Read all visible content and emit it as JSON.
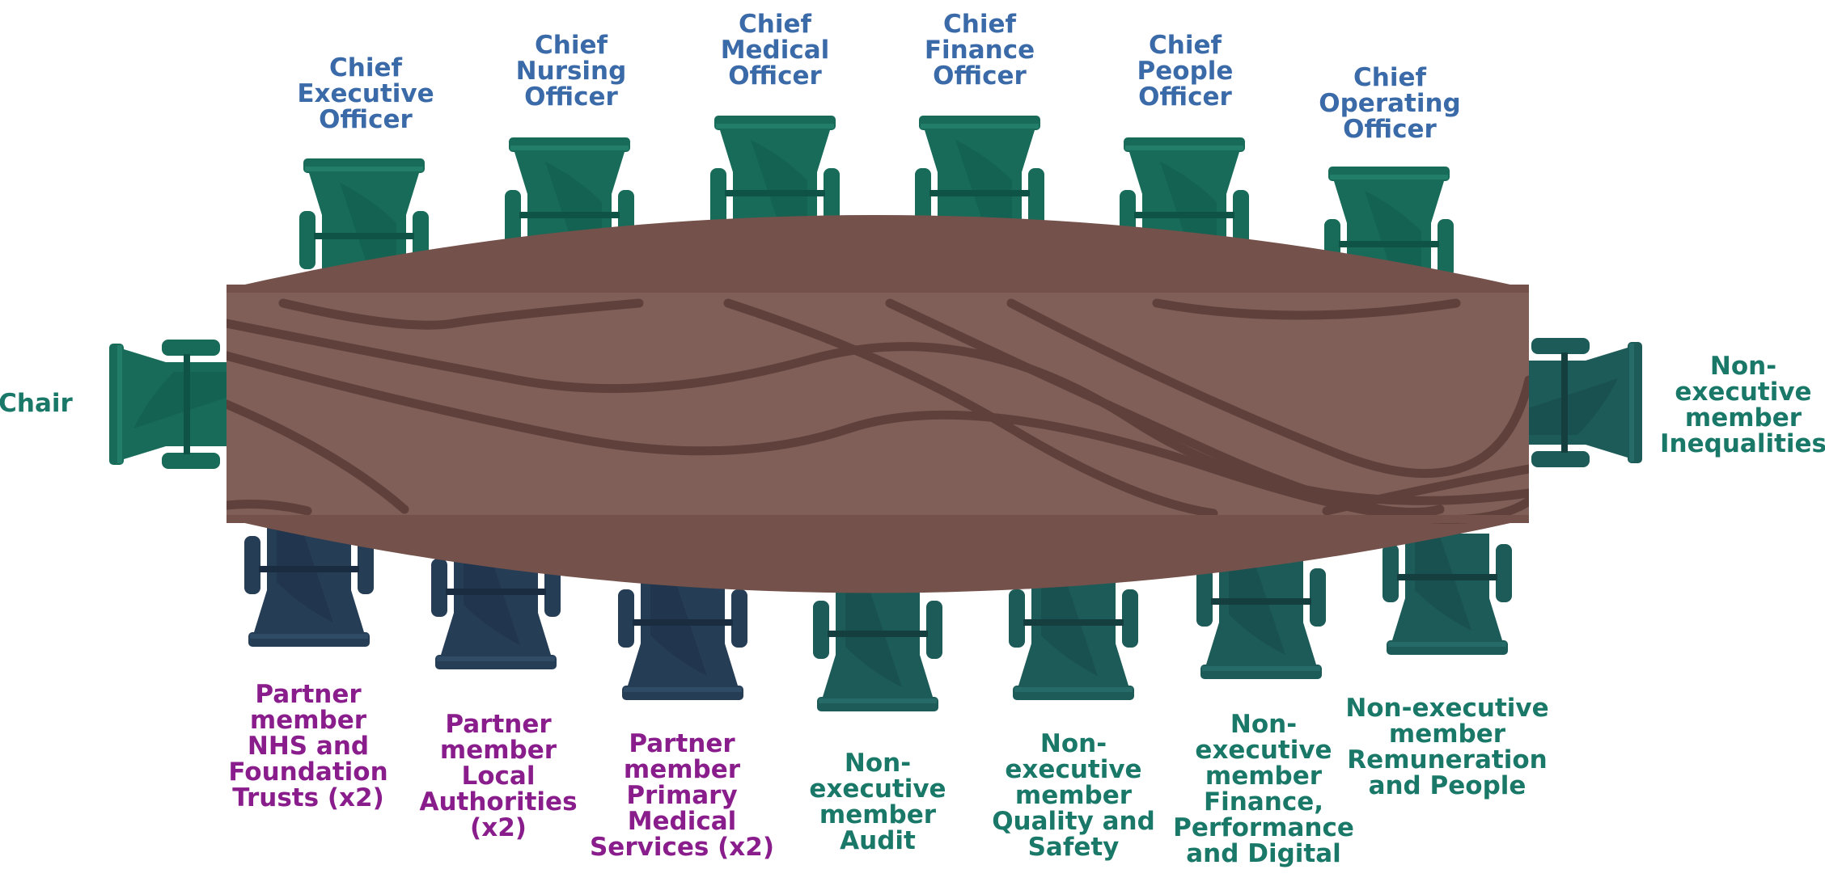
{
  "colors": {
    "table_top": "#74514a",
    "table_edge": "#805f59",
    "grain": "#5f403b",
    "chair_green": "#186b59",
    "chair_green_dark": "#0f5346",
    "chair_teal": "#1d5b59",
    "chair_navy": "#263d56",
    "label_blue": "#3b6aa8",
    "label_teal": "#197868",
    "label_purple": "#8a1d8c"
  },
  "seats": {
    "chair": {
      "lines": [
        "Chair"
      ]
    },
    "ceo": {
      "lines": [
        "Chief",
        "Executive",
        "Officer"
      ]
    },
    "cno": {
      "lines": [
        "Chief",
        "Nursing",
        "Officer"
      ]
    },
    "cmo": {
      "lines": [
        "Chief",
        "Medical",
        "Officer"
      ]
    },
    "cfo": {
      "lines": [
        "Chief",
        "Finance",
        "Officer"
      ]
    },
    "cpo": {
      "lines": [
        "Chief",
        "People",
        "Officer"
      ]
    },
    "coo": {
      "lines": [
        "Chief",
        "Operating",
        "Officer"
      ]
    },
    "ne_inequalities": {
      "lines": [
        "Non-",
        "executive",
        "member",
        "Inequalities"
      ]
    },
    "pm_nhs": {
      "lines": [
        "Partner",
        "member",
        "NHS and",
        "Foundation",
        "Trusts (x2)"
      ]
    },
    "pm_la": {
      "lines": [
        "Partner",
        "member",
        "Local",
        "Authorities",
        "(x2)"
      ]
    },
    "pm_pms": {
      "lines": [
        "Partner",
        "member",
        "Primary",
        "Medical",
        "Services (x2)"
      ]
    },
    "ne_audit": {
      "lines": [
        "Non-",
        "executive",
        "member",
        "Audit"
      ]
    },
    "ne_quality": {
      "lines": [
        "Non-",
        "executive",
        "member",
        "Quality and",
        "Safety"
      ]
    },
    "ne_finance": {
      "lines": [
        "Non-",
        "executive",
        "member",
        "Finance,",
        "Performance",
        "and Digital"
      ]
    },
    "ne_remuneration": {
      "lines": [
        "Non-executive",
        "member",
        "Remuneration",
        "and People"
      ]
    }
  }
}
